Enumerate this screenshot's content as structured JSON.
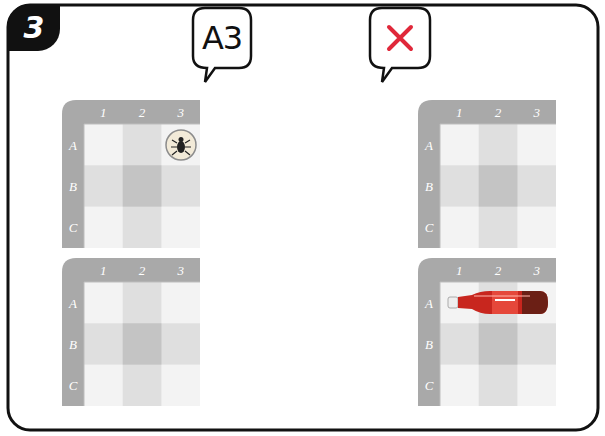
{
  "diagram": {
    "nodes": [
      {
        "text": [
          "3"
        ]
      },
      {
        "text": [
          "A3"
        ]
      }
    ],
    "labels": [
      "1",
      "2",
      "3",
      "A",
      "B",
      "C",
      "1",
      "2",
      "3",
      "A",
      "B",
      "C",
      "1",
      "2",
      "3",
      "A",
      "B",
      "C",
      "1",
      "2",
      "3",
      "A",
      "B",
      "C"
    ]
  }
}
